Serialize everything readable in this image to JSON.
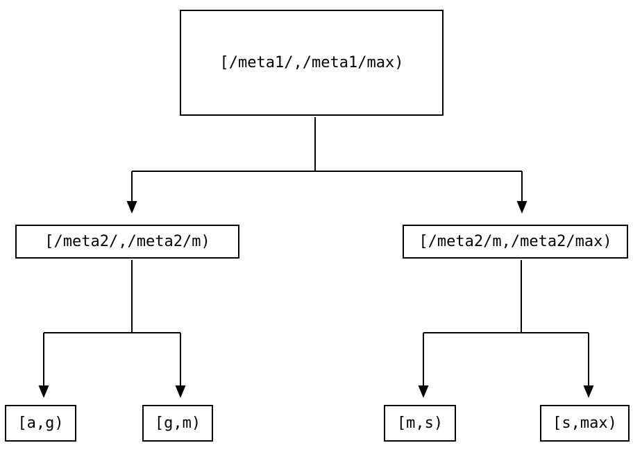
{
  "diagram": {
    "root": {
      "label": "[/meta1/,/meta1/max)"
    },
    "level2": [
      {
        "label": "[/meta2/,/meta2/m)"
      },
      {
        "label": "[/meta2/m,/meta2/max)"
      }
    ],
    "leaves": [
      {
        "label": "[a,g)"
      },
      {
        "label": "[g,m)"
      },
      {
        "label": "[m,s)"
      },
      {
        "label": "[s,max)"
      }
    ],
    "colors": {
      "line": "#000000",
      "background": "#ffffff",
      "text": "#000000"
    }
  }
}
